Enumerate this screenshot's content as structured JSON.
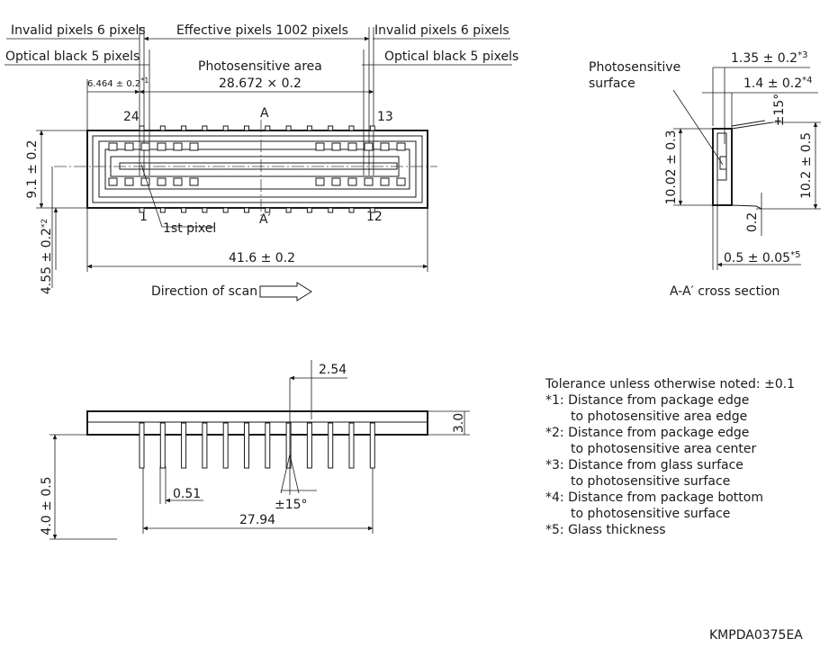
{
  "top_view": {
    "invalid_left": "Invalid pixels 6 pixels",
    "effective": "Effective pixels 1002 pixels",
    "invalid_right": "Invalid pixels 6 pixels",
    "optical_left": "Optical black 5 pixels",
    "optical_right": "Optical black 5 pixels",
    "photosensitive_area": "Photosensitive area",
    "area_dim": "28.672 × 0.2",
    "edge_dist": "6.464 ± 0.2",
    "edge_dist_note": "*1",
    "pin_24": "24",
    "pin_13": "13",
    "pin_1": "1",
    "pin_12": "12",
    "section_a": "A",
    "section_a2": "A′",
    "first_pixel": "1st pixel",
    "height_dim": "9.1 ± 0.2",
    "center_dim": "4.55 ± 0.2",
    "center_dim_note": "*2",
    "width_dim": "41.6 ± 0.2",
    "scan_direction": "Direction of scan"
  },
  "cross_section": {
    "photosensitive_surface_1": "Photosensitive",
    "photosensitive_surface_2": "surface",
    "glass_dist": "1.35 ± 0.2",
    "glass_dist_note": "*3",
    "bottom_dist": "1.4 ± 0.2",
    "bottom_dist_note": "*4",
    "angle": "±15°",
    "height_left": "10.02 ± 0.3",
    "height_right": "10.2 ± 0.5",
    "lead_thickness": "0.2",
    "glass_thickness": "0.5 ± 0.05",
    "glass_thickness_note": "*5",
    "caption": "A-A′ cross section"
  },
  "side_view": {
    "pitch": "2.54",
    "thickness": "3.0",
    "lead_width": "0.51",
    "angle": "±15°",
    "span": "27.94",
    "lead_length": "4.0 ± 0.5"
  },
  "notes": {
    "tolerance": "Tolerance unless otherwise noted: ±0.1",
    "n1a": "*1: Distance from package edge",
    "n1b": "to photosensitive area edge",
    "n2a": "*2: Distance from package edge",
    "n2b": "to photosensitive area center",
    "n3a": "*3: Distance from glass surface",
    "n3b": "to photosensitive surface",
    "n4a": "*4: Distance from package bottom",
    "n4b": "to photosensitive surface",
    "n5": "*5: Glass thickness"
  },
  "drawing_code": "KMPDA0375EA"
}
